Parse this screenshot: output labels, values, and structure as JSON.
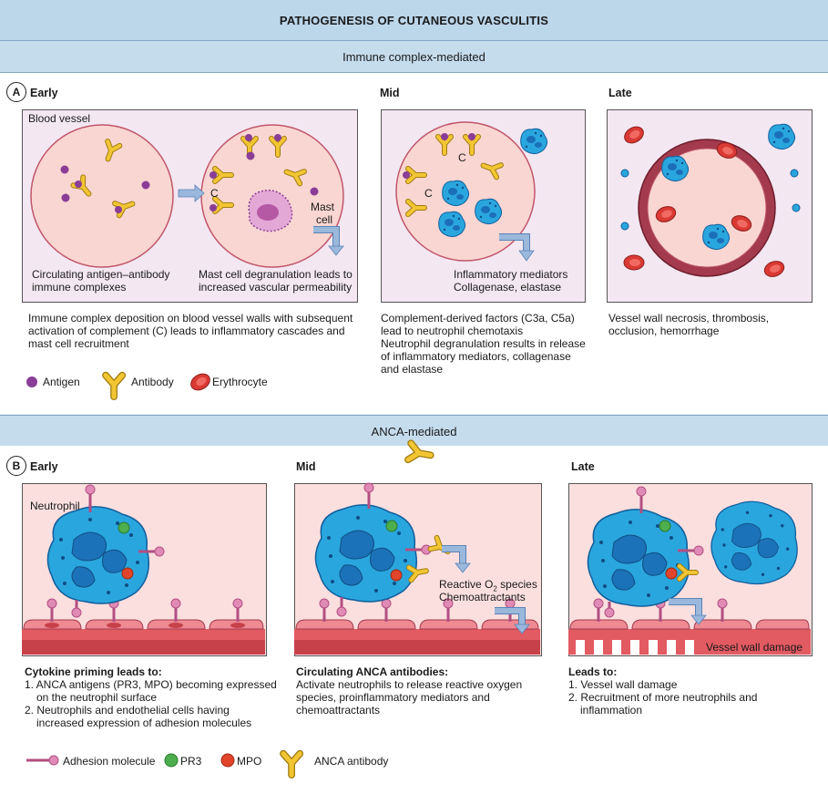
{
  "title": "PATHOGENESIS OF CUTANEOUS VASCULITIS",
  "section_a": {
    "header": "Immune complex-mediated",
    "letter": "A",
    "early": {
      "stage": "Early",
      "blood_vessel": "Blood vessel",
      "caption_left_1": "Circulating antigen–antibody",
      "caption_left_2": "immune complexes",
      "caption_right_1": "Mast cell degranulation leads to",
      "caption_right_2": "increased vascular permeability",
      "mast_cell_1": "Mast",
      "mast_cell_2": "cell",
      "c_label": "C",
      "desc_1": "Immune complex deposition on blood vessel walls with subsequent",
      "desc_2": "activation of complement (C) leads to inflammatory cascades and",
      "desc_3": "mast cell recruitment"
    },
    "mid": {
      "stage": "Mid",
      "c_label": "C",
      "mediators_1": "Inflammatory mediators",
      "mediators_2": "Collagenase, elastase",
      "desc_1": "Complement-derived factors (C3a, C5a)",
      "desc_2": "lead to neutrophil chemotaxis",
      "desc_3": "Neutrophil degranulation results in release",
      "desc_4": "of inflammatory mediators, collagenase",
      "desc_5": "and elastase"
    },
    "late": {
      "stage": "Late",
      "desc_1": "Vessel wall necrosis, thrombosis,",
      "desc_2": "occlusion, hemorrhage"
    },
    "legend": {
      "antigen": "Antigen",
      "antibody": "Antibody",
      "erythrocyte": "Erythrocyte"
    }
  },
  "section_b": {
    "header": "ANCA-mediated",
    "letter": "B",
    "early": {
      "stage": "Early",
      "neutrophil": "Neutrophil",
      "head": "Cytokine priming leads to:",
      "item_1a": "1. ANCA antigens (PR3, MPO) becoming expressed",
      "item_1b": "on the neutrophil surface",
      "item_2a": "2. Neutrophils and endothelial cells having",
      "item_2b": "increased expression of adhesion molecules"
    },
    "mid": {
      "stage": "Mid",
      "reactive": "Reactive O",
      "reactive_sub": "2",
      "reactive_end": " species",
      "chemo": "Chemoattractants",
      "head": "Circulating ANCA antibodies:",
      "desc_1": "Activate neutrophils to release reactive oxygen",
      "desc_2": "species, proinflammatory mediators and",
      "desc_3": "chemoattractants"
    },
    "late": {
      "stage": "Late",
      "damage_label": "Vessel wall damage",
      "head": "Leads to:",
      "item_1": "1. Vessel wall damage",
      "item_2a": "2. Recruitment of more neutrophils and",
      "item_2b": "inflammation"
    },
    "legend": {
      "adhesion": "Adhesion molecule",
      "pr3": "PR3",
      "mpo": "MPO",
      "anca": "ANCA antibody"
    }
  },
  "colors": {
    "antigen": "#8a3d96",
    "antibody": "#f2c533",
    "erythrocyte": "#d93a33",
    "neutrophil": "#2aa6de",
    "pr3": "#4cae4c",
    "mpo": "#e0442a",
    "adhesion": "#d46a9c",
    "vessel_fill": "#f9d6d2",
    "panel_fill": "#f2e8f2",
    "arrow": "#9ab8dc"
  }
}
